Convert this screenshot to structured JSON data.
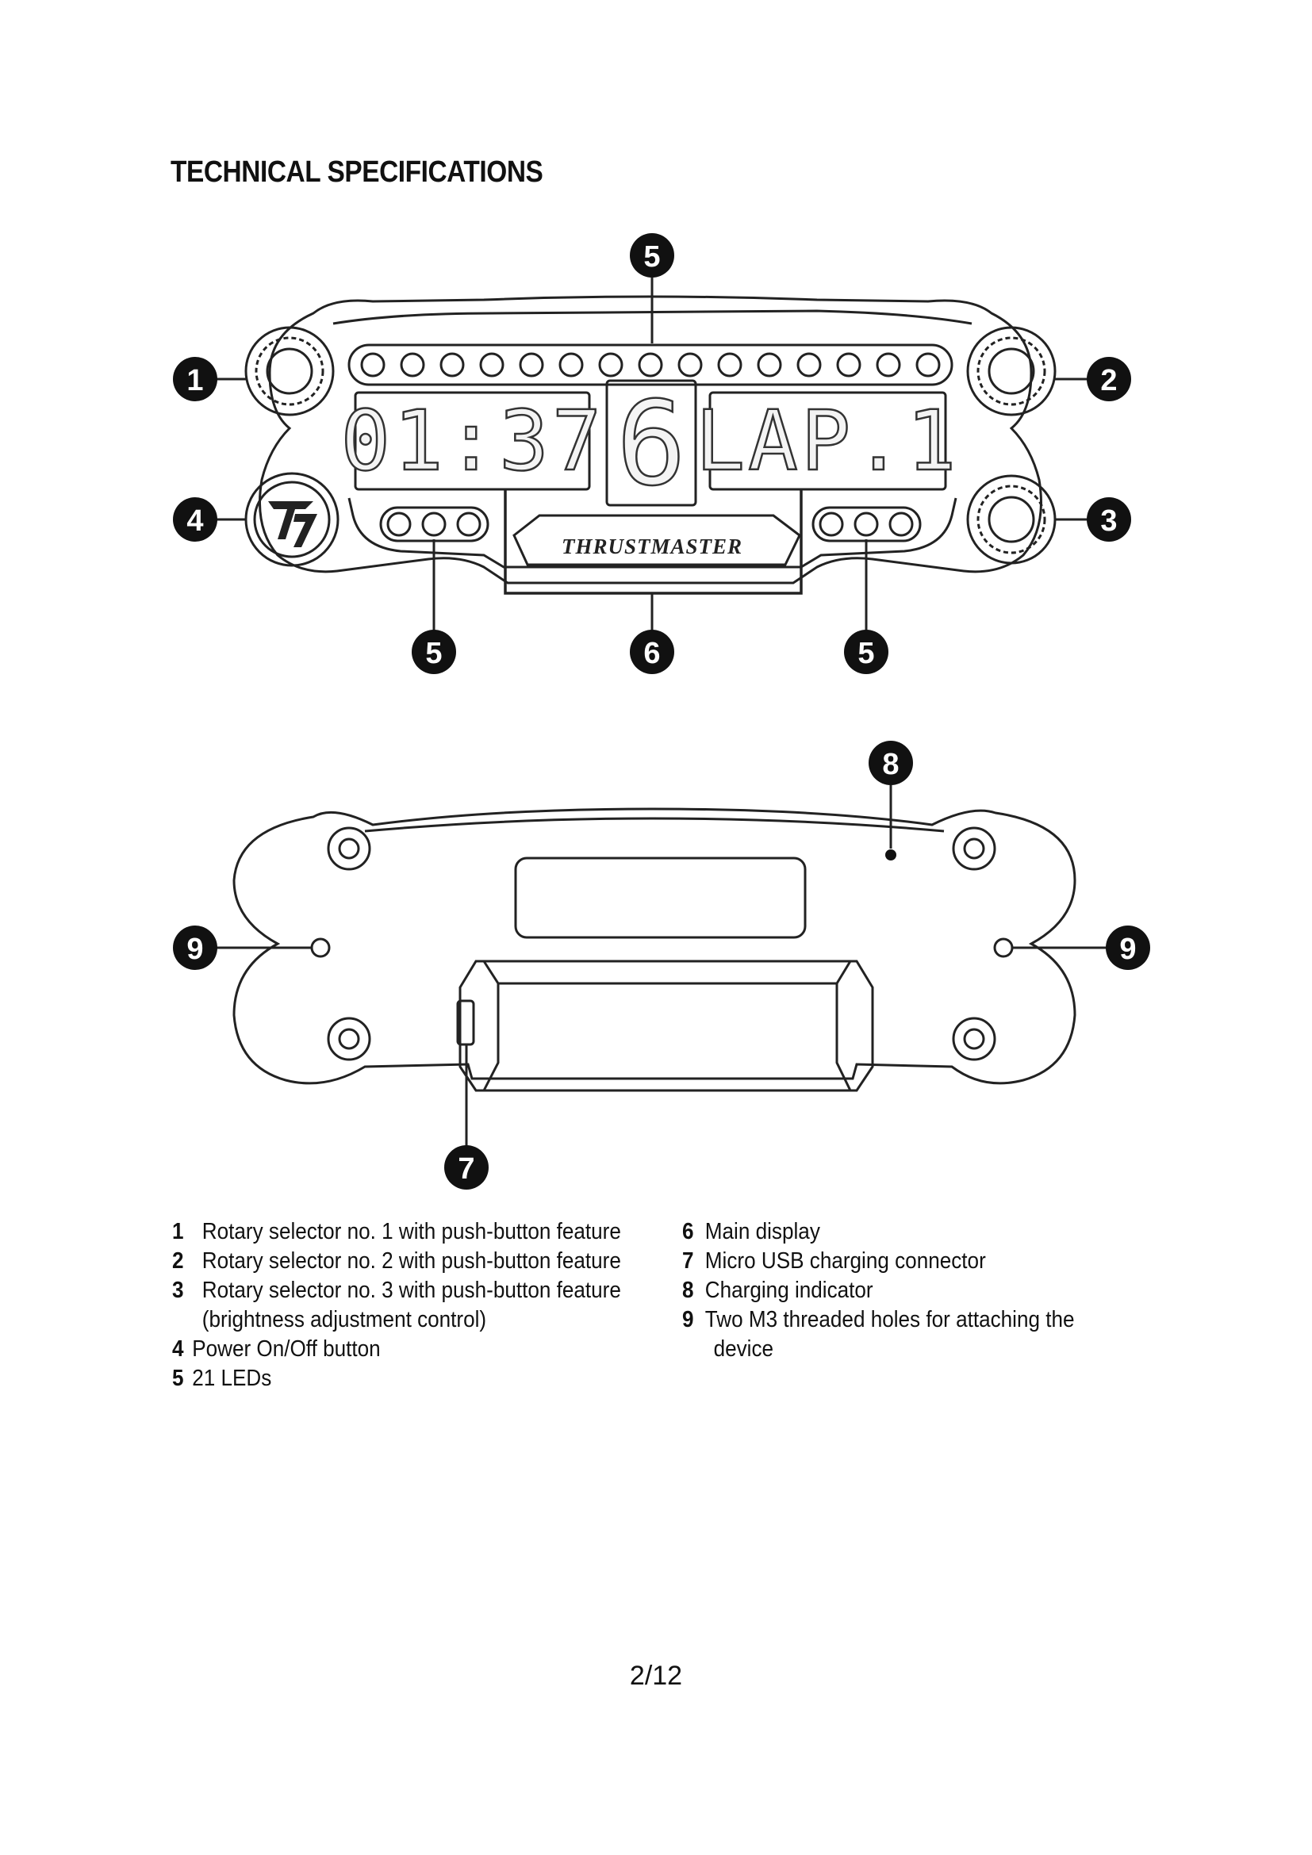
{
  "heading": "TECHNICAL SPECIFICATIONS",
  "front_view": {
    "display_left": "01:37",
    "display_center": "6",
    "display_right": "LAP.1",
    "brand": "THRUSTMASTER",
    "led_count_top": 15
  },
  "callouts": {
    "c1": "1",
    "c2": "2",
    "c3": "3",
    "c4": "4",
    "c5": "5",
    "c6": "6",
    "c7": "7",
    "c8": "8",
    "c9": "9"
  },
  "legend_left": [
    {
      "num": "1",
      "text": "Rotary selector no. 1 with push-button feature"
    },
    {
      "num": "2",
      "text": "Rotary selector no. 2 with push-button feature"
    },
    {
      "num": "3",
      "text": "Rotary selector no. 3 with push-button feature"
    },
    {
      "num": "",
      "text": "(brightness adjustment control)"
    },
    {
      "num": "4",
      "text": "Power On/Off button"
    },
    {
      "num": "5",
      "text": "21 LEDs"
    }
  ],
  "legend_right": [
    {
      "num": "6",
      "text": "Main display"
    },
    {
      "num": "7",
      "text": "Micro USB charging connector"
    },
    {
      "num": "8",
      "text": "Charging indicator"
    },
    {
      "num": "9",
      "text": "Two M3 threaded holes for attaching the"
    },
    {
      "num": "",
      "text": "device"
    }
  ],
  "page_number": "2/12"
}
